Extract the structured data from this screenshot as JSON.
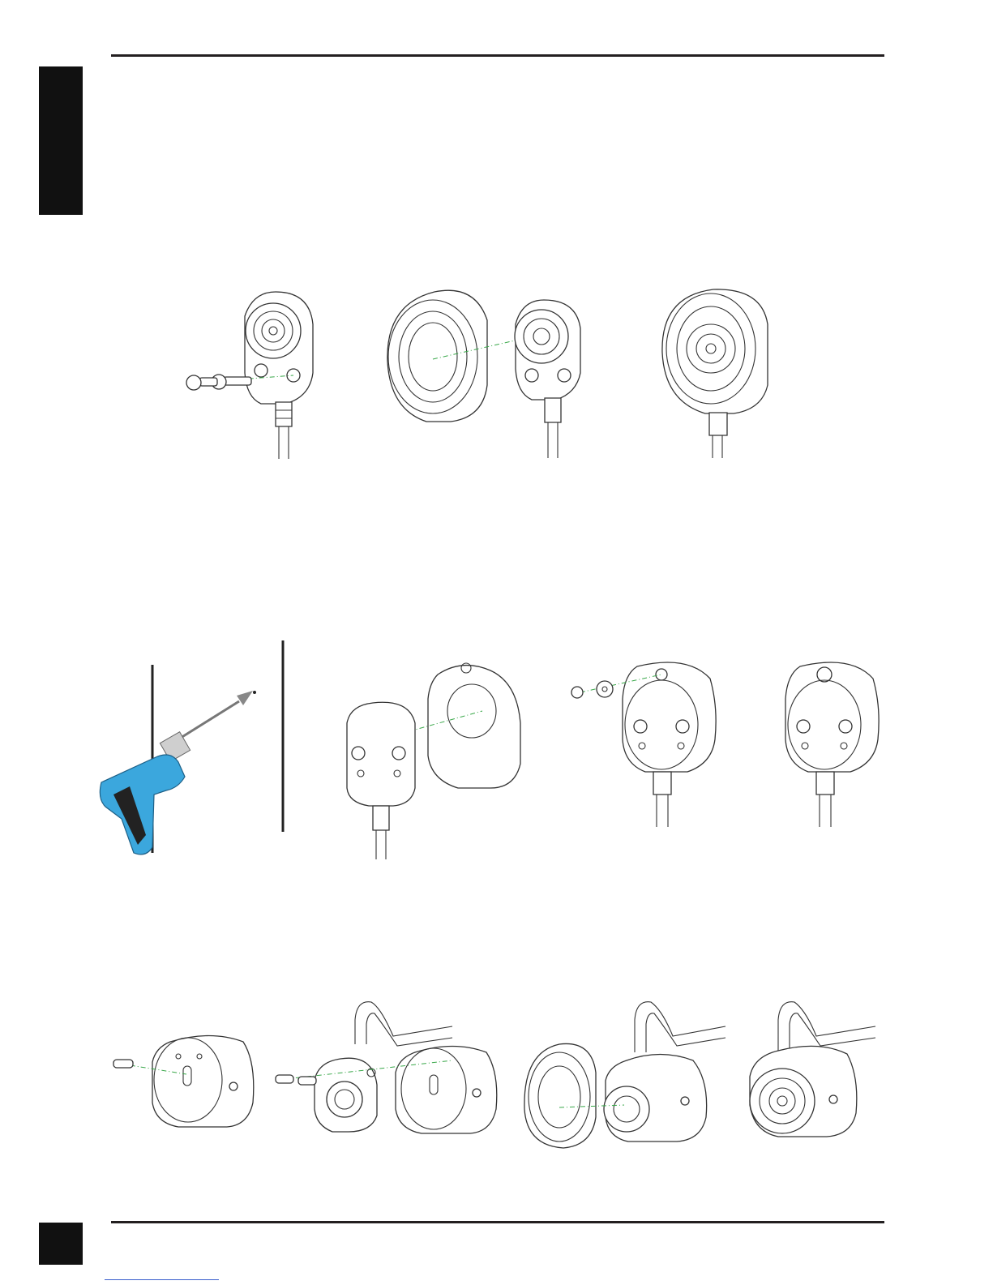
{
  "page": {
    "accent_color": "#231f20",
    "link_color": "#3a5fcd"
  },
  "figures": {
    "row1": [
      "mini-camera-screws-step",
      "front-cover-alignment-step",
      "assembled-camera-step"
    ],
    "row2": [
      "drill-wall-step",
      "mount-bracket-fit-step",
      "bracket-screw-step",
      "bracket-mounted-step"
    ],
    "row3": [
      "wall-base-screw-step",
      "camera-into-base-step",
      "front-cover-attach-step",
      "final-mount-step"
    ]
  }
}
